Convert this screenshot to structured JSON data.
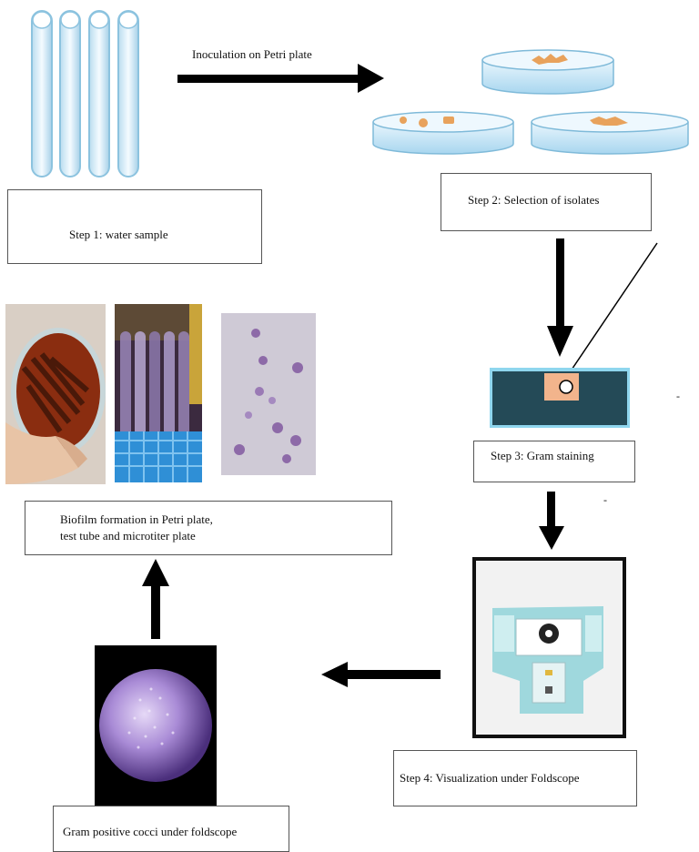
{
  "flow_label": "Inoculation  on Petri plate",
  "steps": {
    "step1": "Step 1: water sample",
    "step2": "Step 2: Selection  of isolates",
    "step3": "Step 3:  Gram  staining",
    "step4": "Step 4: Visualization under Foldscope",
    "biofilm_line1": "Biofilm formation  in Petri plate,",
    "biofilm_line2": "test tube and microtiter plate",
    "gram_cocci": "Gram  positive cocci  under foldscope"
  },
  "marks": {
    "dash1": "-",
    "dash2": "-"
  }
}
